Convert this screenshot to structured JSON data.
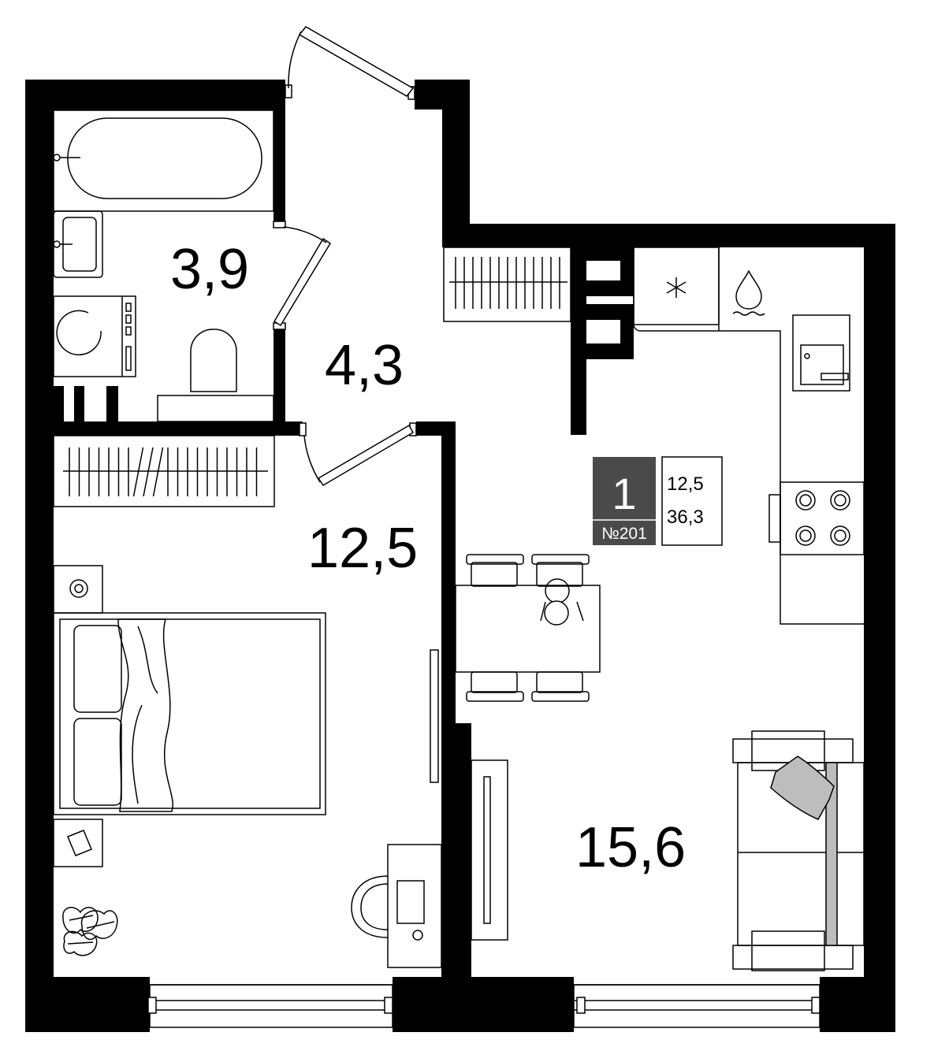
{
  "rooms": [
    {
      "id": "bathroom",
      "area": "3,9"
    },
    {
      "id": "hallway",
      "area": "4,3"
    },
    {
      "id": "bedroom",
      "area": "12,5"
    },
    {
      "id": "living-kitchen",
      "area": "15,6"
    }
  ],
  "apartment": {
    "rooms_count": "1",
    "number": "№201",
    "living_area": "12,5",
    "total_area": "36,3",
    "badge_color": "#4a4a4a"
  },
  "colors": {
    "wall": "#000000",
    "background": "#ffffff",
    "cushion": "#bdbdbd"
  },
  "icons": [
    "snowflake-icon",
    "water-drop-icon",
    "monstera-plant-icon"
  ]
}
